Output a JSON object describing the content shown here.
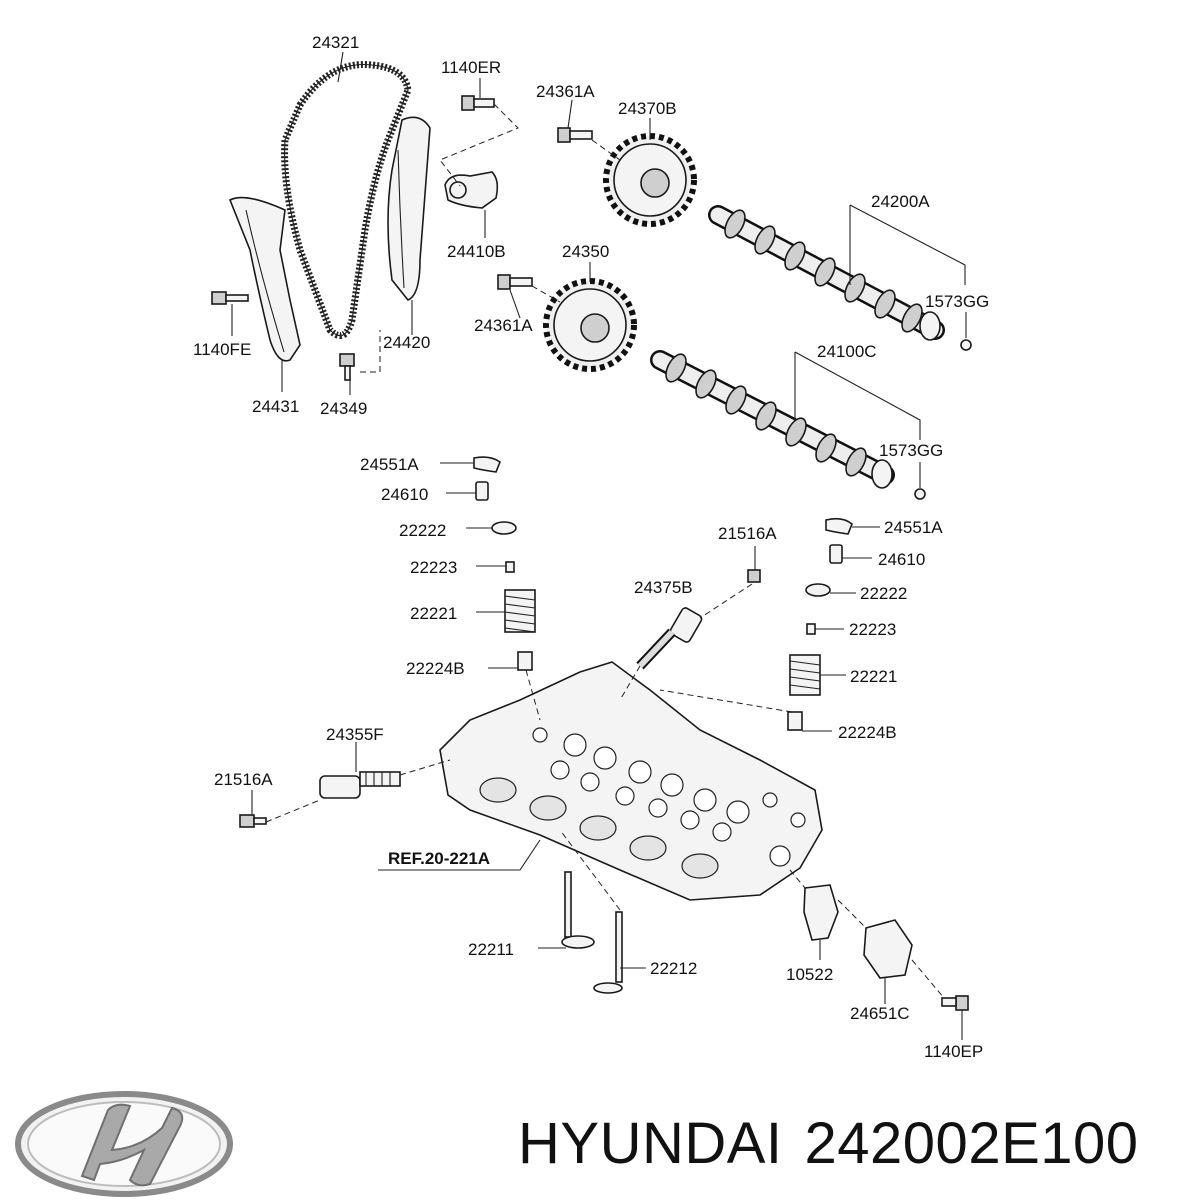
{
  "brand": "HYUNDAI",
  "part_number": "242002E100",
  "reference": "REF.20-221A",
  "colors": {
    "ink": "#111111",
    "logo_silver": "#9a9a9a"
  },
  "labels": {
    "chain": "24321",
    "bolt_chain_guide": "1140ER",
    "bolt_exhaust_sprocket": "24361A",
    "exhaust_sprocket": "24370B",
    "tensioner": "24410B",
    "exhaust_camshaft": "24200A",
    "plug_exhaust": "1573GG",
    "intake_sprocket": "24350",
    "bolt_intake_sprocket": "24361A",
    "intake_camshaft": "24100C",
    "plug_intake": "1573GG",
    "bolt_tensioner_arm": "1140FE",
    "tensioner_arm": "24431",
    "bolt_pivot": "24349",
    "chain_guide": "24420",
    "rocker_left": "24551A",
    "lash_adjuster_left": "24610",
    "retainer_left": "22222",
    "cotter_left": "22223",
    "spring_left": "22221",
    "seal_left": "22224B",
    "bolt_ocv_right": "21516A",
    "ocv_right": "24375B",
    "rocker_right": "24551A",
    "lash_adjuster_right": "24610",
    "retainer_right": "22222",
    "cotter_right": "22223",
    "spring_right": "22221",
    "seal_right": "22224B",
    "ocv_left": "24355F",
    "bolt_ocv_left": "21516A",
    "valve_intake": "22211",
    "valve_exhaust": "22212",
    "gasket": "10522",
    "cover": "24651C",
    "bolt_cover": "1140EP"
  }
}
